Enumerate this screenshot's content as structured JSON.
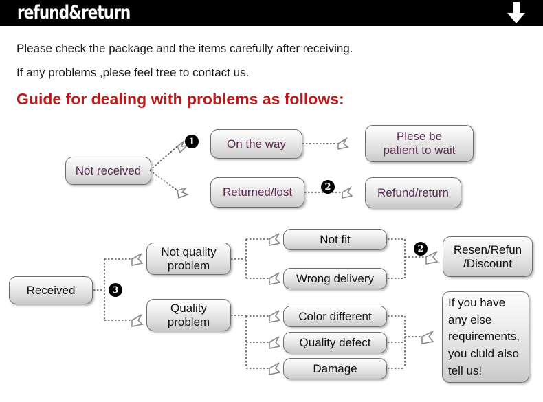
{
  "header": {
    "title": "refund&return",
    "arrow_icon": "arrow-down-icon",
    "background": "#000000",
    "text_color": "#ffffff"
  },
  "intro": {
    "line1": "Please check the package and the items carefully after receiving.",
    "line2": "If any problems ,plese feel tree to contact us.",
    "guide_title": "Guide for dealing with problems as follows:",
    "guide_color": "#bb1a1a"
  },
  "flow_not_received": {
    "source": "Not received",
    "branches": [
      {
        "badge": "1",
        "node": "On the way",
        "result": "Plese be\npatient to wait"
      },
      {
        "badge": "2",
        "node": "Returned/lost",
        "result": "Refund/return"
      }
    ],
    "labels": {
      "source": "Not received",
      "on_the_way": "On the way",
      "returned_lost": "Returned/lost",
      "please_wait_l1": "Plese be",
      "please_wait_l2": "patient to wait",
      "refund_return": "Refund/return",
      "badge1": "1",
      "badge2": "2"
    },
    "text_color": "#5c2a52"
  },
  "flow_received": {
    "labels": {
      "source": "Received",
      "badge3": "3",
      "not_quality_l1": "Not quality",
      "not_quality_l2": "problem",
      "quality_l1": "Quality",
      "quality_l2": "problem",
      "not_fit": "Not fit",
      "wrong_delivery": "Wrong delivery",
      "color_different": "Color different",
      "quality_defect": "Quality defect",
      "damage": "Damage",
      "badge2": "2",
      "resend_l1": "Resen/Refun",
      "resend_l2": "/Discount",
      "note_l1": "If you have",
      "note_l2": "any else",
      "note_l3": "requirements,",
      "note_l4": "you cluld also",
      "note_l5": "tell us!"
    },
    "text_color": "#111111"
  },
  "style": {
    "node_border": "#6e6e6e",
    "node_gradient_top": "#fdfdfd",
    "node_gradient_bottom": "#c9c9c9",
    "connector_color": "#555555"
  }
}
